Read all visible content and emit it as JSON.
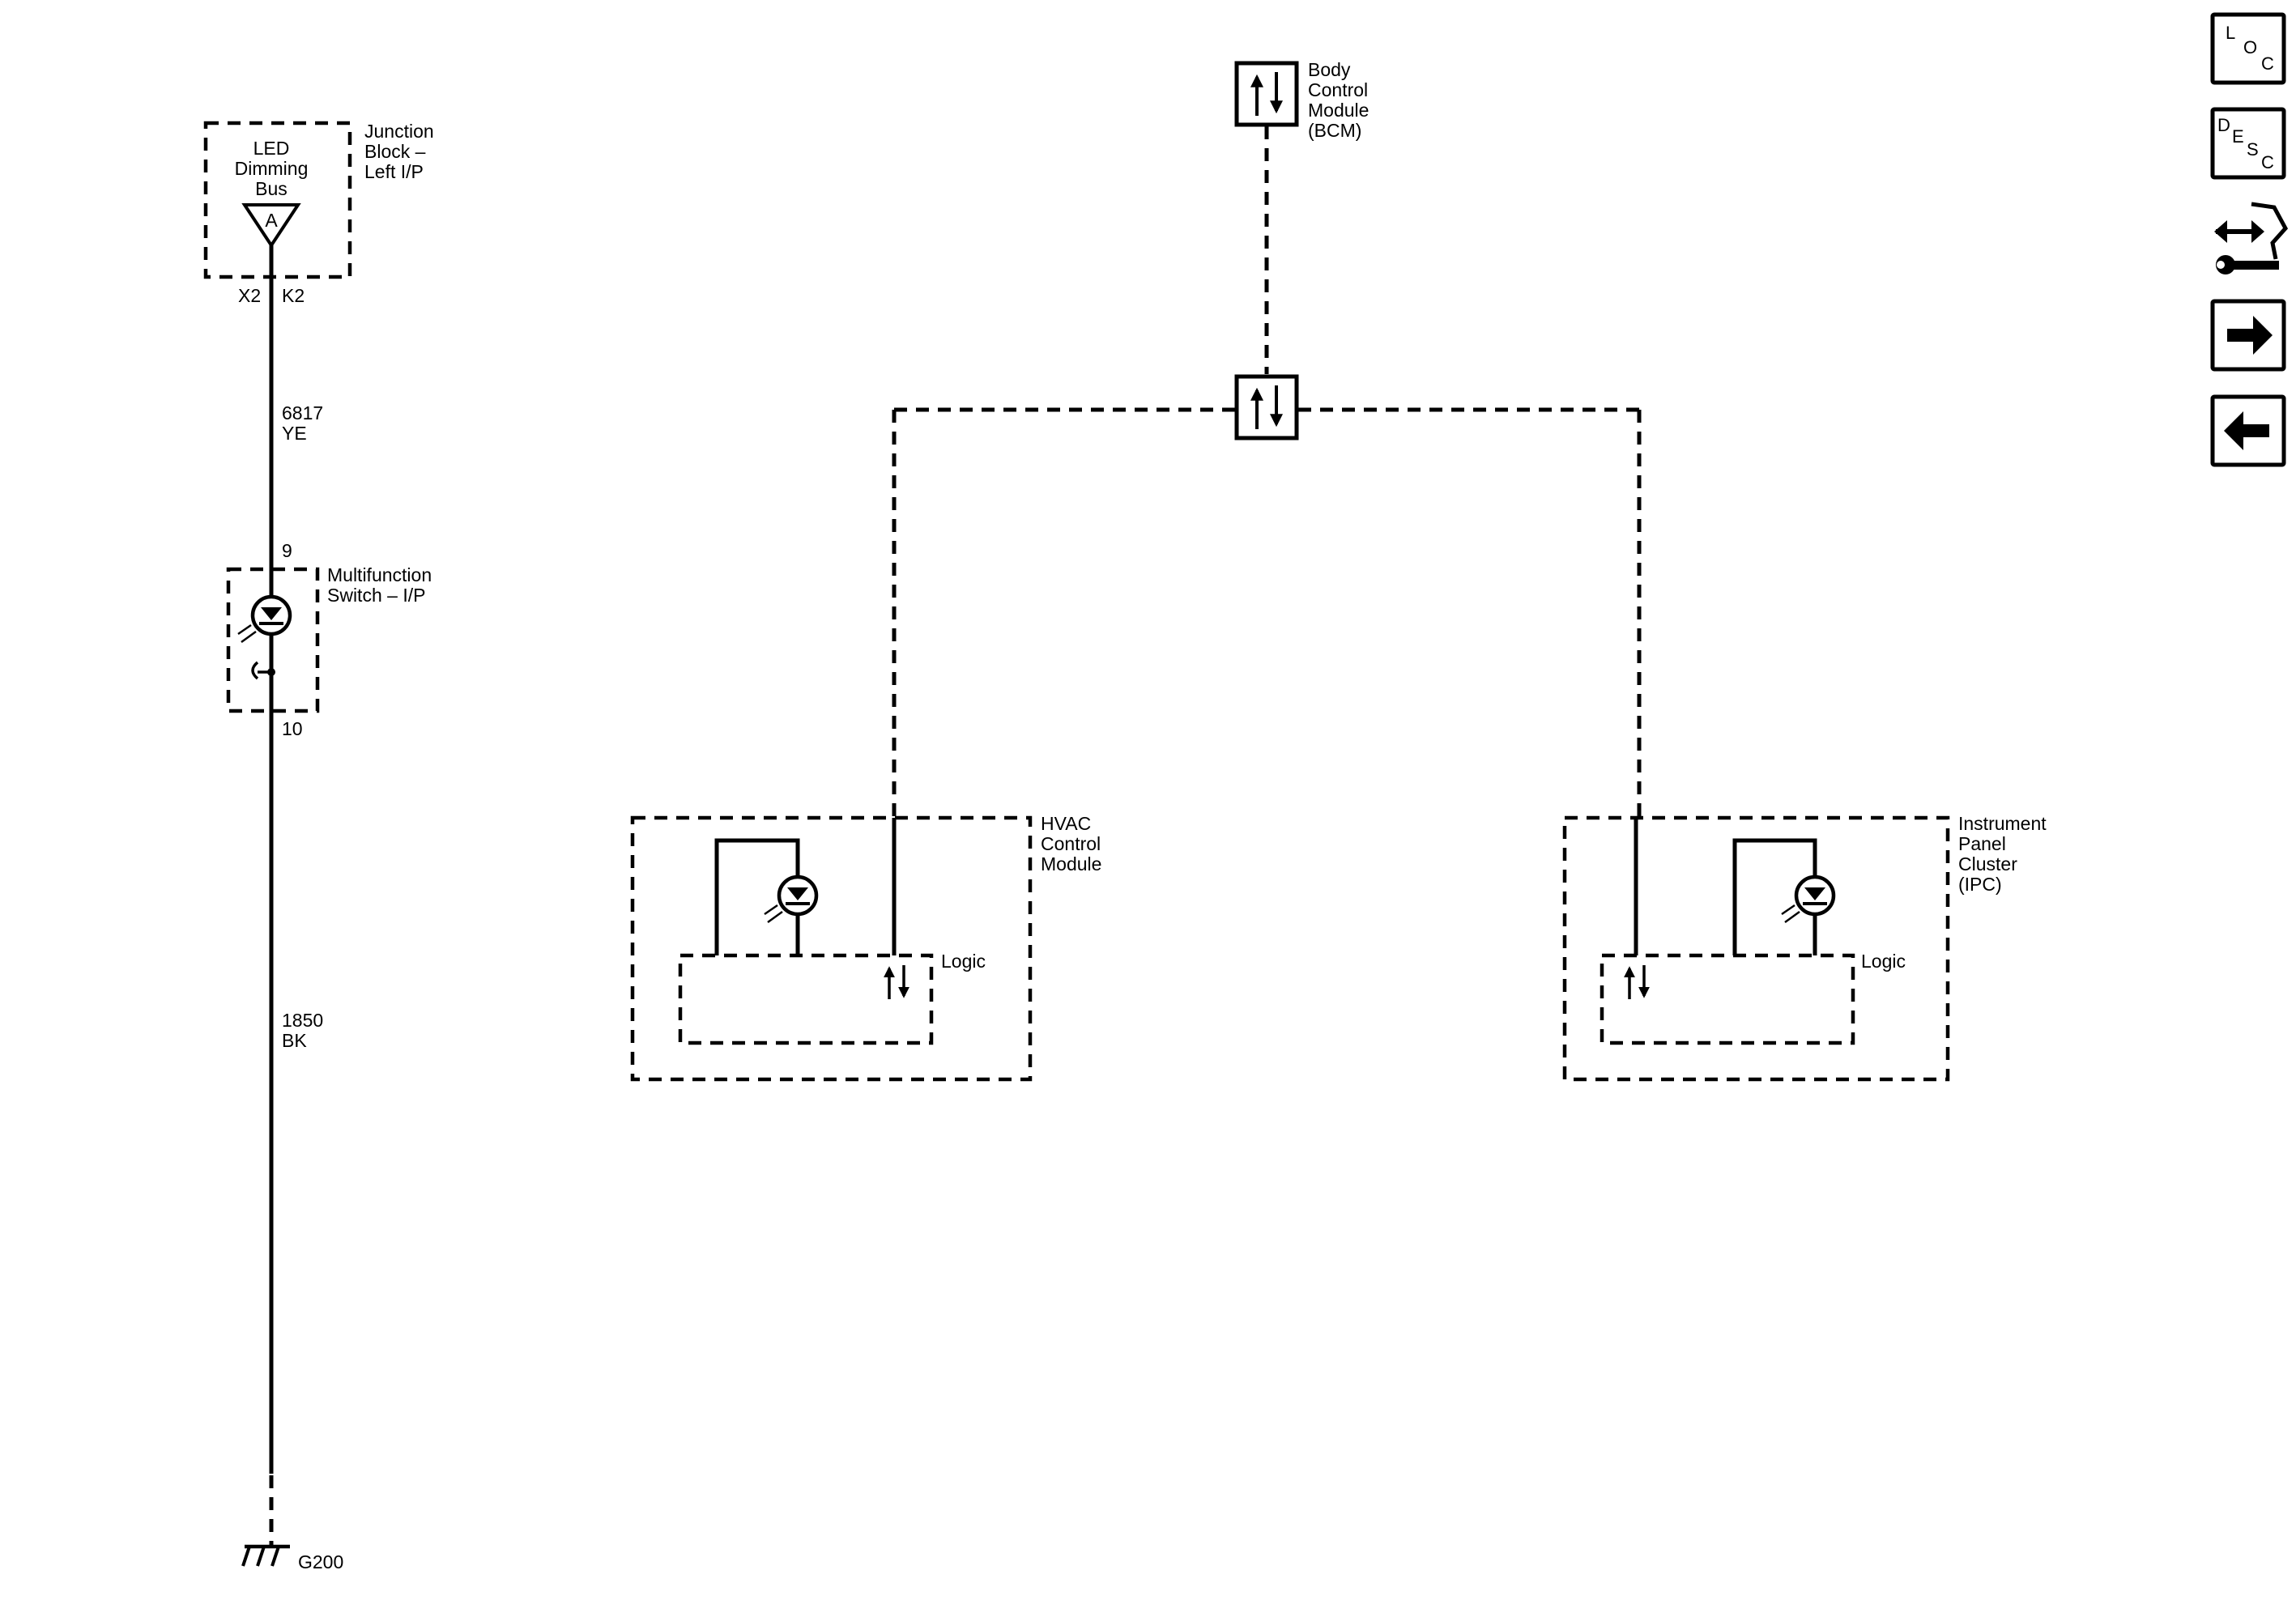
{
  "junction_block": {
    "inner_label": [
      "LED",
      "Dimming",
      "Bus"
    ],
    "symbol_letter": "A",
    "name": [
      "Junction",
      "Block –",
      "Left I/P"
    ],
    "connector_left": "X2",
    "connector_right": "K2"
  },
  "wire_upper": {
    "circuit": "6817",
    "color": "YE"
  },
  "multifunction_switch": {
    "pin_top": "9",
    "pin_bottom": "10",
    "name": [
      "Multifunction",
      "Switch – I/P"
    ]
  },
  "wire_lower": {
    "circuit": "1850",
    "color": "BK"
  },
  "ground": {
    "label": "G200"
  },
  "bcm": {
    "name": [
      "Body",
      "Control",
      "Module",
      "(BCM)"
    ]
  },
  "hvac": {
    "name": [
      "HVAC",
      "Control",
      "Module"
    ],
    "logic_label": "Logic"
  },
  "ipc": {
    "name": [
      "Instrument",
      "Panel",
      "Cluster",
      "(IPC)"
    ],
    "logic_label": "Logic"
  },
  "nav_buttons": [
    {
      "name": "loc-button",
      "letters": [
        "L",
        "O",
        "C"
      ]
    },
    {
      "name": "desc-button",
      "letters": [
        "D",
        "E",
        "S",
        "C"
      ]
    },
    {
      "name": "connector-wrench-icon"
    },
    {
      "name": "next-arrow-icon"
    },
    {
      "name": "previous-arrow-icon"
    }
  ]
}
